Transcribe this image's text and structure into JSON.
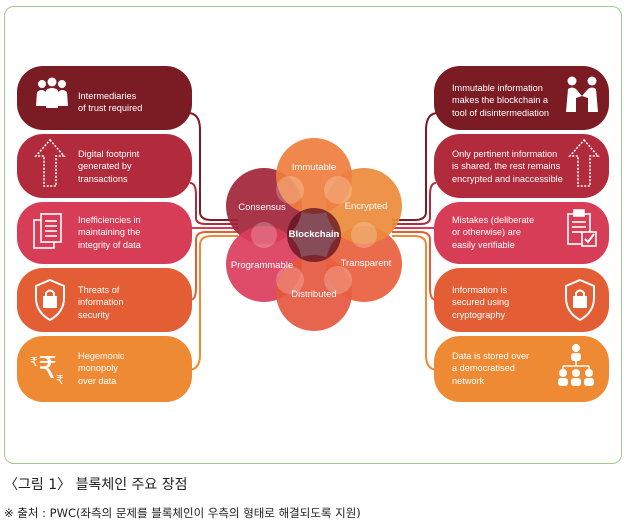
{
  "left_items": [
    {
      "text": "Intermediaries\nof trust required",
      "icon": "people-group-icon",
      "color": "#7b1b24"
    },
    {
      "text": "Digital footprint\ngenerated by\ntransactions",
      "icon": "up-arrow-icon",
      "color": "#b22b3c"
    },
    {
      "text": "Inefficiencies in\nmaintaining the\nintegrity of data",
      "icon": "documents-icon",
      "color": "#d83d58"
    },
    {
      "text": "Threats of\ninformation\nsecurity",
      "icon": "shield-lock-icon",
      "color": "#e45e35"
    },
    {
      "text": "Hegemonic\nmonopoly\nover data",
      "icon": "rupee-icon",
      "color": "#ef8a34"
    }
  ],
  "right_items": [
    {
      "text": "Immutable information\nmakes the blockchain a\ntool of disintermediation",
      "icon": "handshake-icon",
      "color": "#7b1b24"
    },
    {
      "text": "Only pertinent information\nis shared, the rest remains\nencrypted and inaccessible",
      "icon": "up-arrow-icon",
      "color": "#b22b3c"
    },
    {
      "text": "Mistakes (deliberate\nor otherwise) are\neasily verifiable",
      "icon": "checklist-icon",
      "color": "#d83d58"
    },
    {
      "text": "Information is\nsecured using\ncryptography",
      "icon": "shield-lock-icon",
      "color": "#e45e35"
    },
    {
      "text": "Data is stored over\na democratised\nnetwork",
      "icon": "network-people-icon",
      "color": "#ef8a34"
    }
  ],
  "circles": {
    "center": "Blockchain",
    "immutable": "Immutable",
    "encrypted": "Encrypted",
    "transparent": "Transparent",
    "distributed": "Distributed",
    "programmable": "Programmable",
    "consensus": "Consensus"
  },
  "caption": "〈그림 1〉 블록체인 주요 장점",
  "source": "※ 출처 : PWC(좌측의 문제를 블록체인이 우측의 형태로 해결되도록 지원)"
}
